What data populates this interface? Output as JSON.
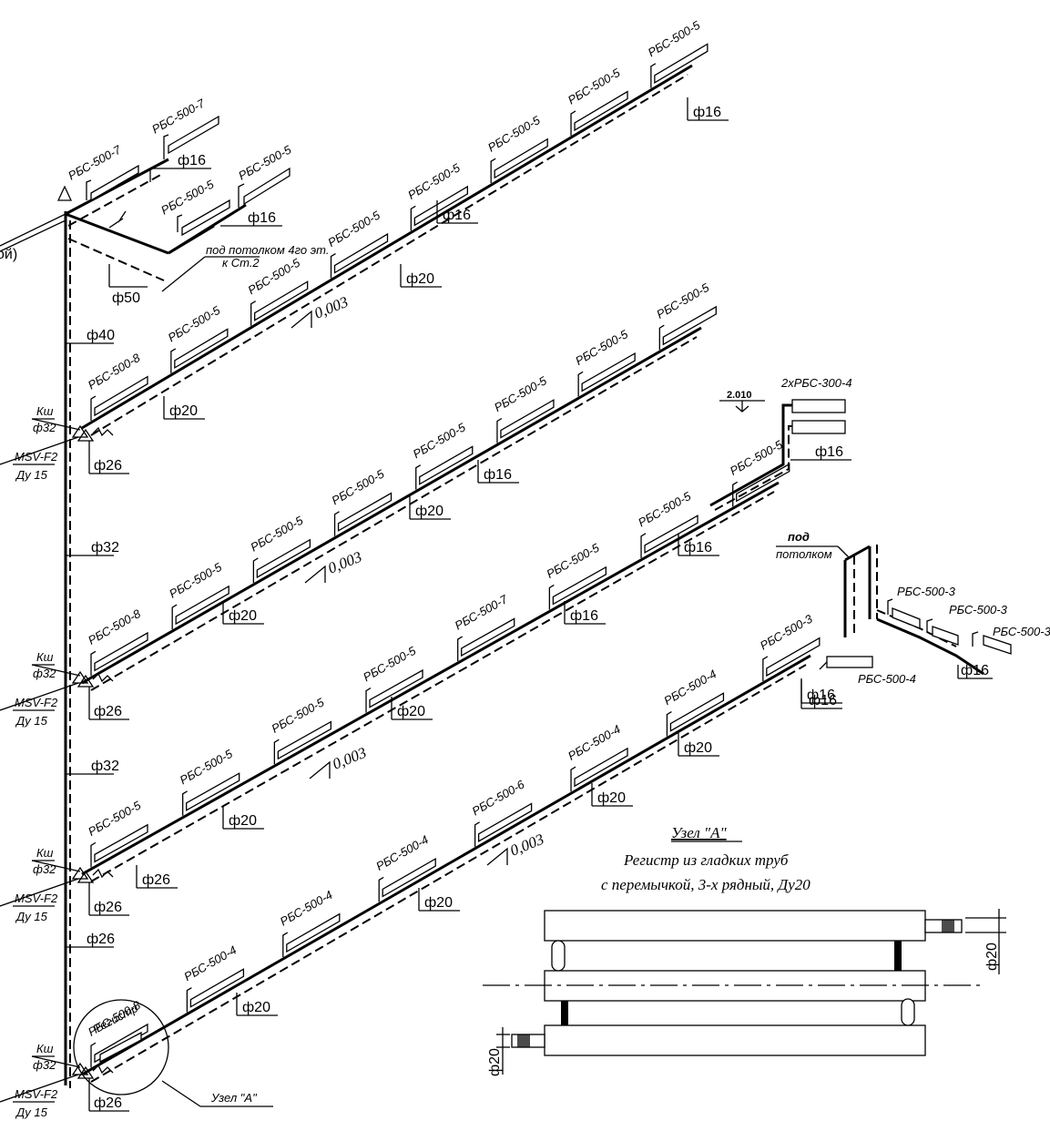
{
  "riser": {
    "top_left_fragment": "ой)",
    "diameters": [
      "ф40",
      "ф32",
      "ф32",
      "ф26"
    ],
    "main_diameter": "ф50",
    "ceiling_note_line1": "под потолком 4го эт.",
    "ceiling_note_line2": "к Ст.2"
  },
  "valves": [
    {
      "ksh": "Кш",
      "ksh_d": "ф32",
      "msv": "MSV-F2",
      "msv_d": "Ду 15",
      "branch": "ф26"
    },
    {
      "ksh": "Кш",
      "ksh_d": "ф32",
      "msv": "MSV-F2",
      "msv_d": "Ду 15",
      "branch": "ф26"
    },
    {
      "ksh": "Кш",
      "ksh_d": "ф32",
      "msv": "MSV-F2",
      "msv_d": "Ду 15",
      "branch": "ф26"
    },
    {
      "ksh": "Кш",
      "ksh_d": "ф32",
      "msv": "MSV-F2",
      "msv_d": "Ду 15",
      "branch": "ф26"
    }
  ],
  "floors": [
    {
      "top_rads": [
        "РБС-500-7",
        "РБС-500-7",
        "РБС-500-5",
        "РБС-500-5"
      ],
      "top_pipes": [
        "ф16",
        "ф16"
      ],
      "rads": [
        "РБС-500-8",
        "РБС-500-5",
        "РБС-500-5",
        "РБС-500-5",
        "РБС-500-5",
        "РБС-500-5",
        "РБС-500-5",
        "РБС-500-5"
      ],
      "pipes": [
        "ф20",
        "ф20",
        "ф16",
        "ф16"
      ],
      "slope": "0,003"
    },
    {
      "rads": [
        "РБС-500-8",
        "РБС-500-5",
        "РБС-500-5",
        "РБС-500-5",
        "РБС-500-5",
        "РБС-500-5",
        "РБС-500-5",
        "РБС-500-5"
      ],
      "pipes": [
        "ф20",
        "ф20",
        "ф16",
        "ф16"
      ],
      "slope": "0,003",
      "elevation": "2.010",
      "extra_rad": "2хРБС-300-4"
    },
    {
      "rads": [
        "РБС-500-5",
        "РБС-500-5",
        "РБС-500-5",
        "РБС-500-5",
        "РБС-500-7",
        "РБС-500-5",
        "РБС-500-5",
        "РБС-500-5"
      ],
      "pipes": [
        "ф26",
        "ф20",
        "ф20",
        "ф16"
      ],
      "slope": "0,003"
    },
    {
      "rads": [
        "РБС-500-8",
        "РБС-500-4",
        "РБС-500-4",
        "РБС-500-4",
        "РБС-500-6",
        "РБС-500-4",
        "РБС-500-4",
        "РБС-500-3"
      ],
      "pipes": [
        "ф20",
        "ф20",
        "ф20",
        "ф20",
        "ф16"
      ],
      "slope": "0,003",
      "extra_rads": [
        "РБС-500-4",
        "РБС-500-3",
        "РБС-500-3",
        "РБС-500-3"
      ],
      "ceiling_note_line1": "под",
      "ceiling_note_line2": "потолком",
      "extra_pipe": "ф16"
    }
  ],
  "node": {
    "title": "Узел \"А\"",
    "subtitle_line1": "Регистр из гладких труб",
    "subtitle_line2": "с перемычкой, 3-х рядный, Ду20",
    "dim_top": "ф20",
    "dim_bottom": "ф20",
    "circle_label": "Регистр",
    "callout": "Узел \"А\""
  }
}
